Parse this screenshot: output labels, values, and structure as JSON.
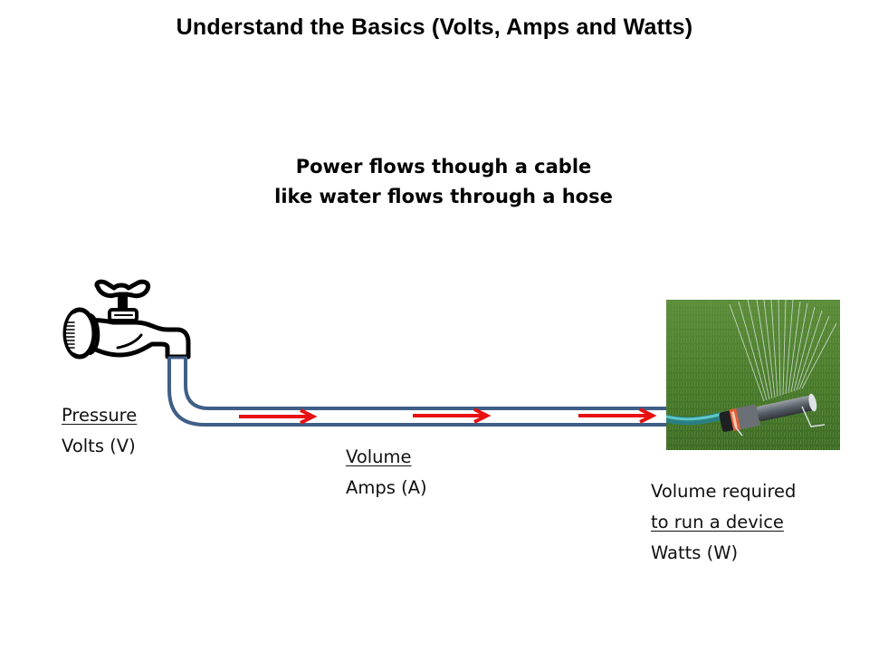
{
  "slide": {
    "title": "Understand the Basics (Volts, Amps and Watts)",
    "subtitle_lines": [
      "Power flows though a cable",
      "like water flows through a hose"
    ]
  },
  "labels": {
    "pressure": {
      "heading": "Pressure",
      "unit": "Volts (V)"
    },
    "volume": {
      "heading": "Volume",
      "unit": "Amps (A)"
    },
    "device": {
      "line1": "Volume required",
      "line2": "to run a device",
      "unit": "Watts (W)"
    }
  },
  "diagram": {
    "faucet_icon": "faucet-icon",
    "hose": "hose-pipe",
    "flow_arrows_count": 3,
    "photo": "lawn-sprinkler-photo"
  },
  "colors": {
    "pipe": "#3f5f87",
    "arrow": "#e81010",
    "grass": "#4a7a2e",
    "hose": "#3fb3b3",
    "text": "#111111"
  }
}
